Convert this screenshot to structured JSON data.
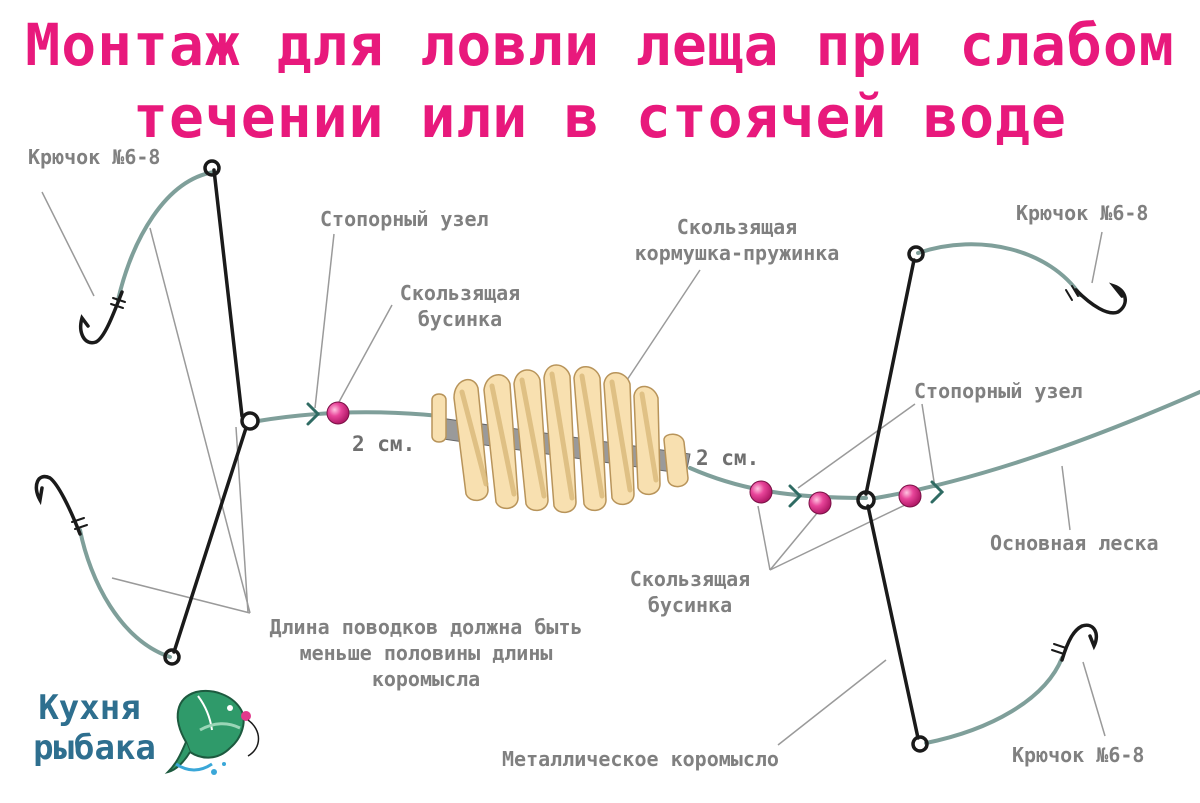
{
  "title": {
    "line1": "Монтаж для ловли леща при слабом",
    "line2": "течении или в стоячей воде"
  },
  "labels": {
    "hook_top_left": "Крючок №6-8",
    "hook_top_right": "Крючок №6-8",
    "hook_bottom_right": "Крючок №6-8",
    "stop_knot_left": "Стопорный узел",
    "stop_knot_right": "Стопорный узел",
    "bead_left_line1": "Скользящая",
    "bead_left_line2": "бусинка",
    "bead_right_line1": "Скользящая",
    "bead_right_line2": "бусинка",
    "feeder_line1": "Скользящая",
    "feeder_line2": "кормушка-пружинка",
    "main_line": "Основная леска",
    "leash_note_line1": "Длина поводков должна быть",
    "leash_note_line2": "меньше половины длины",
    "leash_note_line3": "коромысла",
    "rocker": "Металлическое коромысло",
    "dist_left": "2 см.",
    "dist_right": "2 см."
  },
  "logo": {
    "line1": "Кухня",
    "line2": "рыбака"
  },
  "colors": {
    "title": "#e8197c",
    "label": "#808080",
    "line": "#7f9f9a",
    "wire": "#1a1a1a",
    "bead": "#e23a8c",
    "feeder_light": "#f8e0b0",
    "feeder_dark": "#d9b97a",
    "feeder_core": "#9a9a9a",
    "brand_text": "#2e6f8f",
    "fish": "#2f9a6a",
    "water": "#3aa7d8"
  }
}
